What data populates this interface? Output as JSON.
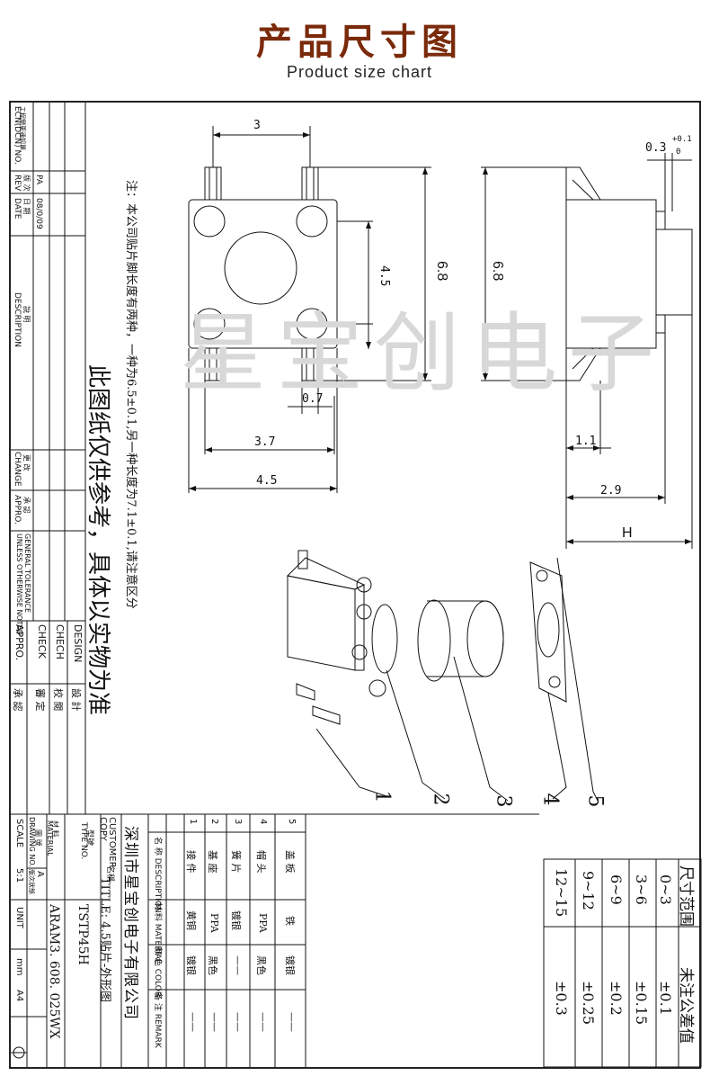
{
  "header": {
    "title": "产品尺寸图",
    "subtitle": "Product size chart"
  },
  "watermark": "星宝创电子",
  "note": "注：本公司贴片脚长度有两种，一种为6.5±0.1,另一种长度为7.1±0.1,请注意区分",
  "disclaimer": "此图纸仅供参考，具体以实物为准",
  "dimensions": {
    "d_3": "3",
    "d_4_5_v": "4.5",
    "d_6_8_a": "6.8",
    "d_6_8_b": "6.8",
    "d_0_7": "0.7",
    "d_3_7": "3.7",
    "d_4_5_h": "4.5",
    "d_0_3": "0.3",
    "d_0_3_tol_plus": "+0.1",
    "d_0_3_tol_zero": "0",
    "d_1_1": "1.1",
    "d_2_9": "2.9",
    "d_H": "H"
  },
  "callouts": [
    "1",
    "2",
    "3",
    "4",
    "5"
  ],
  "left_strip": {
    "ecn_cn": "工程變更通知單",
    "ecn_en": "ECN(DCN) NO.",
    "rev_cn": "版 次",
    "rev_en": "REV",
    "rev_val": "PA",
    "date_cn": "日 期",
    "date_en": "DATE",
    "date_val": "08/0/09",
    "desc_cn": "說 明",
    "desc_en": "DESCRIPTION",
    "change_cn": "更 改",
    "change_en": "CHANGE",
    "appro_cn": "承 認",
    "appro_en": "APPRO.",
    "tol_en1": "GENERAL TOLERANCE",
    "tol_en2": "UNLESS OTHERWISE NOTED"
  },
  "sign_block": [
    {
      "en": "DESIGN",
      "cn": "設 計"
    },
    {
      "en": "CHECH",
      "cn": "校 閱"
    },
    {
      "en": "CHECK",
      "cn": "審 定"
    },
    {
      "en": "APPRO.",
      "cn": "承 認"
    }
  ],
  "title_block": {
    "company": "深圳市星宝创电子有限公司",
    "customer_en": "CUSTOMER",
    "customer_en2": "COPY",
    "title_cn": "名稱",
    "title_val": "TITLE: 4.5贴片-外形图",
    "type_cn": "型號",
    "type_en": "TYPE NO.",
    "type_val": "TSTP45H",
    "material_cn": "材 料",
    "material_en": "MATERIAL",
    "drawing_cn": "圖 號",
    "drawing_en": "DRAWING NO.",
    "drawing_val": "ARAM3. 608. 025WX",
    "rev_letter": "A",
    "rev_status": "版次狀態",
    "scale_en": "SCALE",
    "scale_val": "5:1",
    "unit_en": "UNIT",
    "unit_val": "mm",
    "size_val": "A4"
  },
  "bom": {
    "headers": [
      "名 称 DESCRIPTION",
      "材 料 MATERIAL",
      "颜 色 COLOR",
      "备 注 REMARK"
    ],
    "rows": [
      {
        "no": "1",
        "name": "接 件",
        "material": "黄铜",
        "color": "镀银",
        "remark": "——"
      },
      {
        "no": "2",
        "name": "基 座",
        "material": "PPA",
        "color": "黑色",
        "remark": "——"
      },
      {
        "no": "3",
        "name": "簧 片",
        "material": "镀银",
        "color": "——",
        "remark": "——"
      },
      {
        "no": "4",
        "name": "帽 头",
        "material": "PPA",
        "color": "黑色",
        "remark": "——"
      },
      {
        "no": "5",
        "name": "盖 板",
        "material": "铁",
        "color": "镀银",
        "remark": "——"
      }
    ]
  },
  "tolerance": {
    "header_range": "尺寸范围",
    "header_tol": "未注公差值",
    "rows": [
      {
        "range": "0~3",
        "tol": "±0.1"
      },
      {
        "range": "3~6",
        "tol": "±0.15"
      },
      {
        "range": "6~9",
        "tol": "±0.2"
      },
      {
        "range": "9~12",
        "tol": "±0.25"
      },
      {
        "range": "12~15",
        "tol": "±0.3"
      }
    ]
  }
}
